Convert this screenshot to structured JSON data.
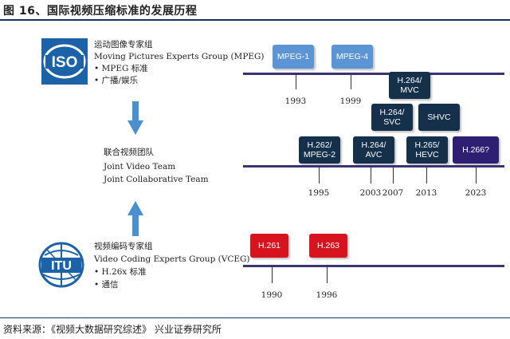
{
  "figure": {
    "title": "图 16、国际视频压缩标准的发展历程"
  },
  "mpeg": {
    "logo_text": "ISO",
    "cn_name": "运动图像专家组",
    "en_name": "Moving Pictures Experts Group (MPEG)",
    "bullets": [
      "MPEG 标准",
      "广播/娱乐"
    ]
  },
  "joint": {
    "cn_name": "联合视频团队",
    "en_lines": [
      "Joint Video Team",
      "Joint Collaborative Team"
    ]
  },
  "itu": {
    "logo_text": "ITU",
    "cn_name": "视频编码专家组",
    "en_name": "Video Coding Experts Group (VCEG)",
    "bullets": [
      "H.26x 标准",
      "通信"
    ]
  },
  "timeline_top": {
    "boxes": [
      "MPEG-1",
      "MPEG-4"
    ],
    "years": [
      "1993",
      "1999"
    ]
  },
  "timeline_mid": {
    "upper_boxes": [
      "H.264/ MVC",
      "H.264/ SVC",
      "SHVC"
    ],
    "boxes": [
      "H.262/ MPEG-2",
      "H.264/ AVC",
      "H.265/ HEVC",
      "H.266?"
    ],
    "years": [
      "1995",
      "2003",
      "2007",
      "2013",
      "2023"
    ]
  },
  "timeline_bottom": {
    "boxes": [
      "H.261",
      "H.263"
    ],
    "years": [
      "1990",
      "1996"
    ]
  },
  "footer": {
    "source": "资料来源：《视频大数据研究综述》 兴业证券研究所"
  },
  "colors": {
    "mpeg_box": "#5b95d6",
    "jvt_box": "#15304a",
    "future_box": "#2e1f72",
    "vceg_box": "#d7131e",
    "arrow": "#4a8fd0"
  }
}
